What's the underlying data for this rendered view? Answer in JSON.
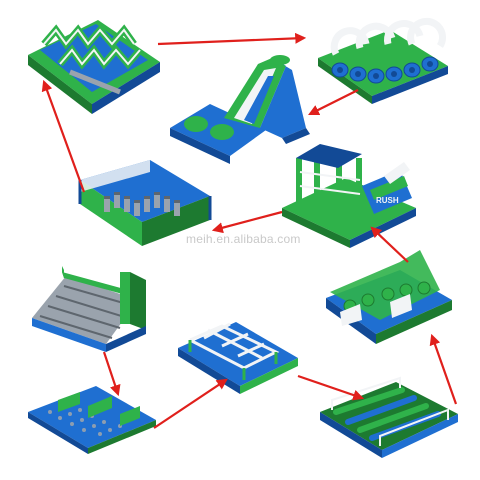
{
  "watermark": "meih.en.alibaba.com",
  "label_text": "RUSH",
  "colors": {
    "blue": "#1f6fd1",
    "blue_dark": "#124a96",
    "green": "#2fb24a",
    "green_dark": "#1d7a30",
    "grey": "#9aa3ad",
    "grey_dark": "#5e666e",
    "white": "#f2f4f6",
    "arrow": "#e0201c"
  },
  "modules": [
    {
      "id": "zigzag-wall"
    },
    {
      "id": "ring-tunnel"
    },
    {
      "id": "giant-slide"
    },
    {
      "id": "ninja-tower"
    },
    {
      "id": "pillar-arena"
    },
    {
      "id": "bumper-course"
    },
    {
      "id": "climb-slide"
    },
    {
      "id": "hurdle-mat"
    },
    {
      "id": "frame-crawl"
    },
    {
      "id": "roller-track"
    }
  ]
}
